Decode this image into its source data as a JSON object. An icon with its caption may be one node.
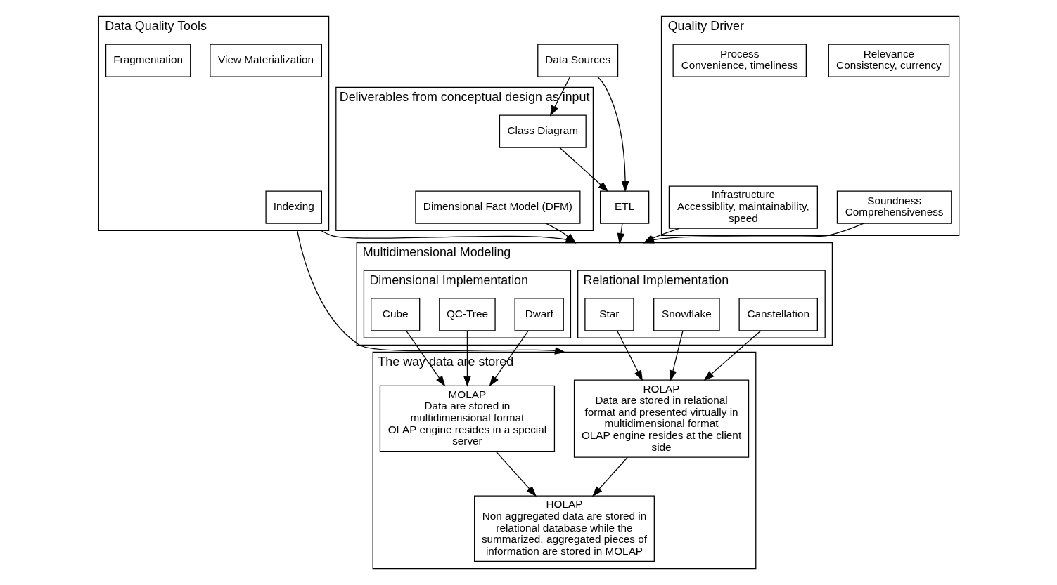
{
  "diagram": {
    "nodes": [
      {
        "text": [
          "Quality Driver"
        ]
      },
      {
        "text": [
          "Soundness",
          "Comprehensiveness"
        ],
        "in": 0
      },
      {
        "text": [
          "Relevance",
          "Consistency, currency"
        ],
        "in": 0
      },
      {
        "text": [
          "Process",
          "Convenience, timeliness"
        ],
        "in": 0
      },
      {
        "text": [
          "Infrastructure",
          "Accessiblity, maintainability, speed"
        ],
        "in": 0
      },
      {
        "text": [
          "Deliverables from conceptual design as input"
        ]
      },
      {
        "text": [
          "Dimensional Fact Model (DFM)"
        ],
        "in": 5
      },
      {
        "text": [
          "Class Diagram"
        ],
        "in": 5
      },
      {
        "text": [
          "ETL"
        ]
      },
      {
        "text": [
          "Data Sources"
        ]
      },
      {
        "text": [
          "Multidimensional Modeling"
        ]
      },
      {
        "text": [
          "Relational Implementation"
        ],
        "in": 10
      },
      {
        "text": [
          "Star"
        ],
        "in": 11
      },
      {
        "text": [
          "Canstellation"
        ],
        "in": 11
      },
      {
        "text": [
          "Snowflake"
        ],
        "in": 11
      },
      {
        "text": [
          "Dimensional Implementation"
        ],
        "in": 10
      },
      {
        "text": [
          "Cube"
        ],
        "in": 15
      },
      {
        "text": [
          "Dwarf"
        ],
        "in": 15
      },
      {
        "text": [
          "QC-Tree"
        ],
        "in": 15
      },
      {
        "text": [
          "Data Quality Tools"
        ]
      },
      {
        "text": [
          "Indexing"
        ],
        "in": 19
      },
      {
        "text": [
          "View Materialization"
        ],
        "in": 19
      },
      {
        "text": [
          "Fragmentation"
        ],
        "in": 19
      },
      {
        "text": [
          "The way data are stored"
        ]
      },
      {
        "text": [
          "ROLAP",
          "Data are stored in relational format and presented virtually in multidimensional format",
          "OLAP engine resides at the client side"
        ],
        "in": 23
      },
      {
        "text": [
          "HOLAP",
          "Non aggregated data are stored in relational database while the summarized, aggregated pieces of information are stored in MOLAP"
        ],
        "in": 23
      },
      {
        "text": [
          "MOLAP",
          "Data are stored in multidimensional format",
          "OLAP engine resides in a special server"
        ],
        "in": 23
      }
    ],
    "edges": [
      {
        "from": 1,
        "to": 10,
        "arrow": "to"
      },
      {
        "from": 4,
        "to": 10,
        "arrow": "to"
      },
      {
        "from": 7,
        "to": 8,
        "arrow": "to"
      },
      {
        "from": 9,
        "to": 8,
        "arrow": "to"
      },
      {
        "from": 9,
        "to": 7,
        "arrow": "to"
      },
      {
        "from": 6,
        "to": 10,
        "arrow": "to"
      },
      {
        "from": 8,
        "to": 10,
        "arrow": "to"
      },
      {
        "from": 19,
        "to": 10,
        "arrow": "to"
      },
      {
        "from": 12,
        "to": 24,
        "arrow": "to"
      },
      {
        "from": 13,
        "to": 24,
        "arrow": "to"
      },
      {
        "from": 14,
        "to": 24,
        "arrow": "to"
      },
      {
        "from": 16,
        "to": 26,
        "arrow": "to"
      },
      {
        "from": 17,
        "to": 26,
        "arrow": "to"
      },
      {
        "from": 18,
        "to": 26,
        "arrow": "to"
      },
      {
        "from": 19,
        "to": 23,
        "arrow": "to"
      },
      {
        "from": 24,
        "to": 25,
        "arrow": "to"
      },
      {
        "from": 26,
        "to": 25,
        "arrow": "to"
      }
    ]
  }
}
